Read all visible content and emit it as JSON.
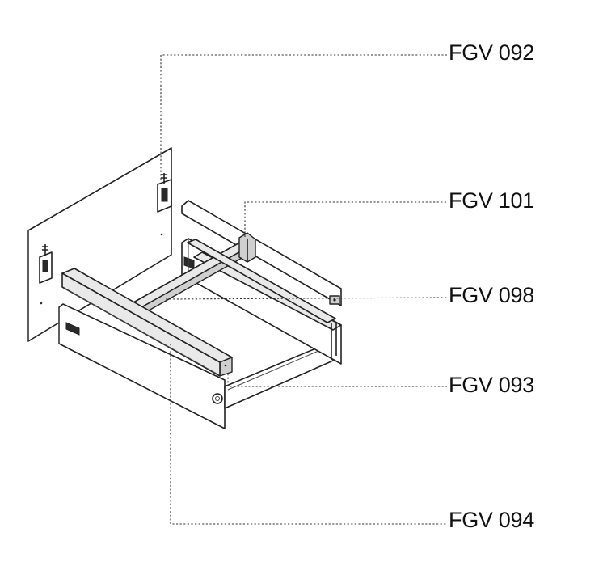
{
  "parts": [
    {
      "code": "FGV 092"
    },
    {
      "code": "FGV 101"
    },
    {
      "code": "FGV 098"
    },
    {
      "code": "FGV 093"
    },
    {
      "code": "FGV 094"
    }
  ]
}
